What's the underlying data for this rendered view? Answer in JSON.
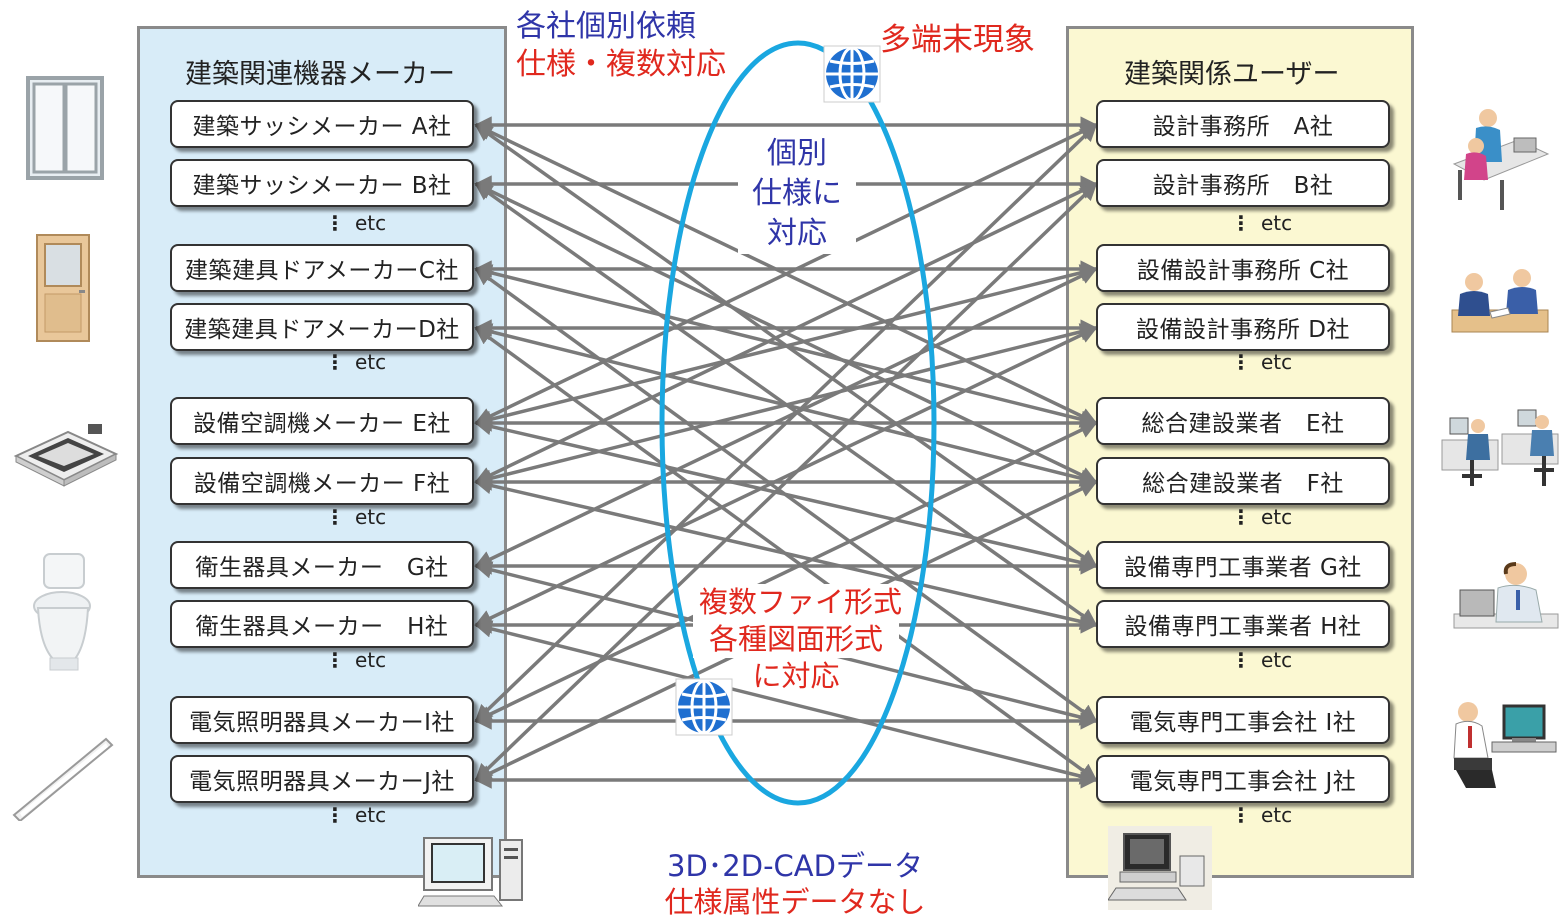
{
  "left_panel": {
    "title": "建築関連機器メーカー",
    "nodes": [
      "建築サッシメーカー A社",
      "建築サッシメーカー B社",
      "建築建具ドアメーカーC社",
      "建築建具ドアメーカーD社",
      "設備空調機メーカー E社",
      "設備空調機メーカー F社",
      "衛生器具メーカー　G社",
      "衛生器具メーカー　H社",
      "電気照明器具メーカーI社",
      "電気照明器具メーカーJ社"
    ],
    "etc_label": "etc"
  },
  "right_panel": {
    "title": "建築関係ユーザー",
    "nodes": [
      "設計事務所　A社",
      "設計事務所　B社",
      "設備設計事務所 C社",
      "設備設計事務所 D社",
      "総合建設業者　E社",
      "総合建設業者　F社",
      "設備専門工事業者 G社",
      "設備専門工事業者 H社",
      "電気専門工事会社 I社",
      "電気専門工事会社 J社"
    ],
    "etc_label": "etc"
  },
  "labels": {
    "top_blue": "各社個別依頼",
    "top_red": "仕様・複数対応",
    "multi_terminal": "多端末現象",
    "center_line1": "個別",
    "center_line2": "仕様に",
    "center_line3": "対応",
    "file_line1": "複数ファイ形式",
    "file_line2": "各種図面形式",
    "file_line3": "に対応",
    "bottom_blue": "3D･2D-CADデータ",
    "bottom_red": "仕様属性データなし"
  },
  "colors": {
    "left_panel_bg": "#d8ecf8",
    "right_panel_bg": "#fbf8d2",
    "ellipse": "#1aa7e0",
    "arrow": "#7a7a7a",
    "red_text": "#e0281e",
    "blue_text": "#2f35a8"
  },
  "icons": {
    "globe": "globe-icon",
    "window": "window-sash-icon",
    "door": "door-icon",
    "aircon": "ceiling-aircon-icon",
    "toilet": "toilet-icon",
    "light": "fluorescent-light-icon",
    "computer": "desktop-computer-icon"
  }
}
